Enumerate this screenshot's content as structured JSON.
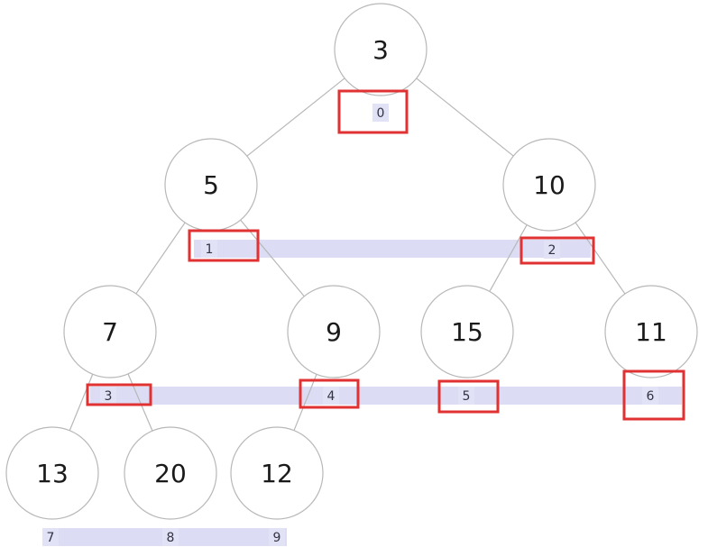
{
  "tree": {
    "nodes": [
      {
        "value": "3",
        "index": "0",
        "highlighted": true
      },
      {
        "value": "5",
        "index": "1",
        "highlighted": true
      },
      {
        "value": "10",
        "index": "2",
        "highlighted": true
      },
      {
        "value": "7",
        "index": "3",
        "highlighted": true
      },
      {
        "value": "9",
        "index": "4",
        "highlighted": true
      },
      {
        "value": "15",
        "index": "5",
        "highlighted": true
      },
      {
        "value": "11",
        "index": "6",
        "highlighted": true
      },
      {
        "value": "13",
        "index": "7",
        "highlighted": false
      },
      {
        "value": "20",
        "index": "8",
        "highlighted": false
      },
      {
        "value": "12",
        "index": "9",
        "highlighted": false
      }
    ],
    "edges": [
      [
        0,
        1
      ],
      [
        0,
        2
      ],
      [
        1,
        3
      ],
      [
        1,
        4
      ],
      [
        2,
        5
      ],
      [
        2,
        6
      ],
      [
        3,
        7
      ],
      [
        3,
        8
      ],
      [
        4,
        9
      ]
    ]
  },
  "colors": {
    "highlight": "#e03232",
    "band": "#dcdcf5",
    "node_stroke": "#b8b8b8",
    "text": "#1a1a1a"
  }
}
